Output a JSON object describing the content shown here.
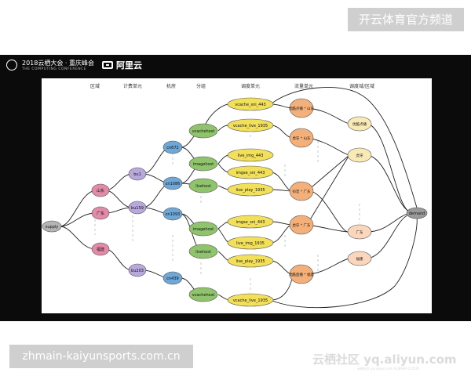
{
  "watermark_top": "开云体育官方频道",
  "watermark_bottom": "zhmain-kaiyunsports.com.cn",
  "conference": {
    "title": "2018云栖大会 · 重庆峰会",
    "subtitle": "THE COMPUTING CONFERENCE",
    "brand": "阿里云"
  },
  "overlay_watermark": "云栖社区 yq.aliyun.com",
  "overlay_watermark_sub": "云栖社区 yq.aliyun.com   ALIBABA CLOUD",
  "colors": {
    "supply": "#b4b4b4",
    "region": "#e38aa8",
    "billing": "#b9a8dc",
    "room": "#6fa7d6",
    "group": "#8fc36c",
    "sched": "#f2df5a",
    "flow": "#f4b07a",
    "domain": "#f9e9b6",
    "domain_cn": "#fad6bd",
    "demand": "#9a9a9a"
  },
  "columns": [
    "区域",
    "计费单元",
    "机房",
    "分组",
    "调度单元",
    "流量单元",
    "调度域/区域"
  ],
  "nodes": {
    "supply": "supply",
    "sd": "山东",
    "gd": "广东",
    "fj": "福建",
    "bu1": "bu1",
    "bu159": "bu159",
    "bu203": "bu203",
    "cn672": "cn672",
    "cn1086": "cn1086",
    "cn1093": "cn1093",
    "cn439": "cn439",
    "vch1": "vcachehost",
    "img1": "imagehost",
    "live1": "livehost",
    "img2": "imagehost",
    "live2": "livehost",
    "vch2": "vcachehost",
    "s1": "vcache_sni_443",
    "s2": "vcache_live_1935",
    "s3": "live_img_443",
    "s4": "imgse_sni_443",
    "s5": "live_play_1935",
    "s6": "imgse_sni_443",
    "s7": "live_img_1935",
    "s8": "live_play_1935",
    "s9": "vcache_live_1935",
    "f1": "优酷点播 * 山东",
    "f2": "虎牙 * 山东",
    "f3": "抖音 * 广东",
    "f4": "虎牙 * 广东",
    "f5": "优酷直播 * 福建",
    "d1": "优酷点播",
    "d2": "虎牙",
    "d3": "广东",
    "d4": "福建",
    "demand": "demand"
  }
}
